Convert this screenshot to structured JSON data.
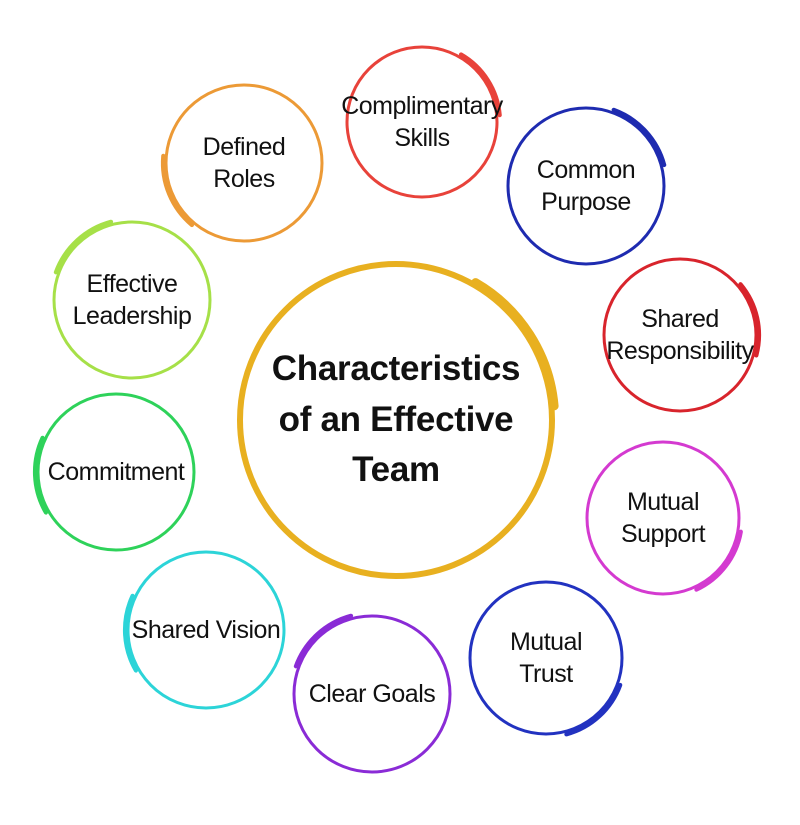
{
  "center": {
    "text": "Characteristics\nof an Effective\nTeam",
    "color": "#E8B020"
  },
  "items": [
    {
      "id": "complimentary-skills",
      "text": "Complimentary\nSkills",
      "color": "#E8423A"
    },
    {
      "id": "common-purpose",
      "text": "Common\nPurpose",
      "color": "#1E2BB0"
    },
    {
      "id": "shared-responsibility",
      "text": "Shared\nResponsibility",
      "color": "#D8242C"
    },
    {
      "id": "mutual-support",
      "text": "Mutual\nSupport",
      "color": "#D43AD0"
    },
    {
      "id": "mutual-trust",
      "text": "Mutual\nTrust",
      "color": "#2232C0"
    },
    {
      "id": "clear-goals",
      "text": "Clear Goals",
      "color": "#8A2BD6"
    },
    {
      "id": "shared-vision",
      "text": "Shared Vision",
      "color": "#2CD4D8"
    },
    {
      "id": "commitment",
      "text": "Commitment",
      "color": "#2ED25A"
    },
    {
      "id": "effective-leadership",
      "text": "Effective\nLeadership",
      "color": "#A6E048"
    },
    {
      "id": "defined-roles",
      "text": "Defined\nRoles",
      "color": "#EC9A36"
    }
  ]
}
